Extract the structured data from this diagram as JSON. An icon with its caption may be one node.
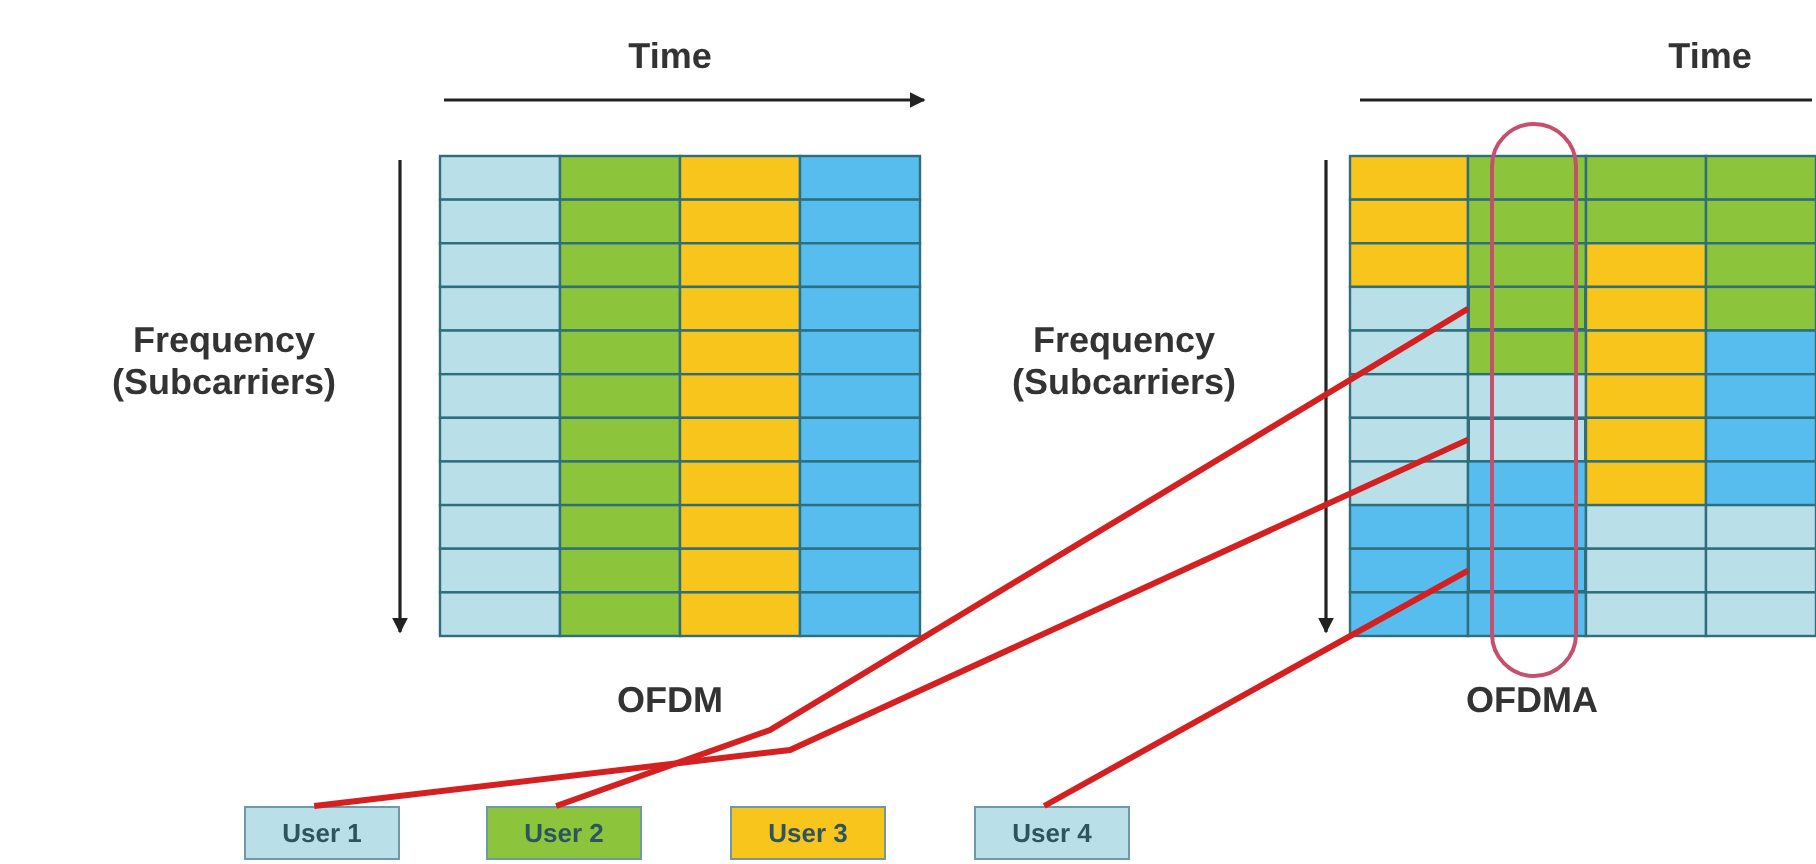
{
  "diagram": {
    "nodes": [
      {
        "text": [],
        "shape": "box"
      },
      {
        "text": [],
        "shape": "box"
      },
      {
        "text": [],
        "shape": "box"
      },
      {
        "text": [
          "User 1"
        ]
      },
      {
        "text": [
          "User 2"
        ]
      },
      {
        "text": [
          "User 3"
        ]
      },
      {
        "text": [
          "User 4"
        ]
      }
    ],
    "edges": [
      {
        "from": 3,
        "to": 1,
        "arrow": "none"
      },
      {
        "from": 4,
        "to": 0,
        "arrow": "none"
      },
      {
        "from": 6,
        "to": 2,
        "arrow": "none"
      }
    ],
    "labels": [
      "Time",
      "Time",
      "Frequency (Subcarriers)",
      "Frequency (Subcarriers)",
      "OFDM",
      "OFDMA"
    ]
  }
}
